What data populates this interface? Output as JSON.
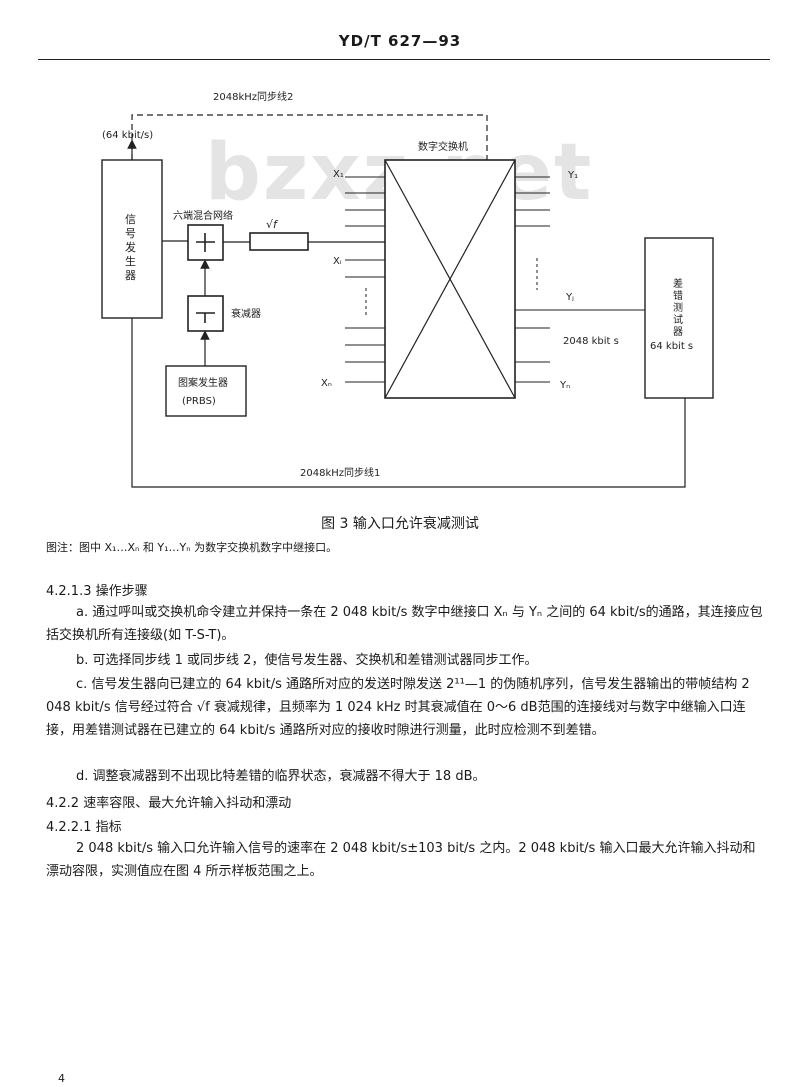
{
  "header": {
    "title": "YD/T 627—93"
  },
  "watermark": "bzxz.net",
  "diagram": {
    "sync2": "2048kHz同步线2",
    "sync1": "2048kHz同步线1",
    "rate_top": "(64 kbit/s)",
    "signal_gen": [
      "信",
      "号",
      "发",
      "生",
      "器"
    ],
    "hybrid": "六端混合网络",
    "sqrtf": "√f",
    "attenuator": "衰减器",
    "pattern_gen": "图案发生器",
    "prbs": "(PRBS)",
    "switch": "数字交换机",
    "x1": "X₁",
    "xi": "Xᵢ",
    "xn": "Xₙ",
    "y1": "Y₁",
    "yj": "Yⱼ",
    "yn": "Yₙ",
    "right_rate": "2048 kbit s",
    "tester": [
      "差",
      "错",
      "测",
      "试",
      "器"
    ],
    "tester_rate": "64 kbit s"
  },
  "caption": "图 3   输入口允许衰减测试",
  "note": "图注：图中 X₁…Xₙ 和 Y₁…Yₙ 为数字交换机数字中继接口。",
  "sections": {
    "s4213": "4.2.1.3   操作步骤",
    "a": "a.   通过呼叫或交换机命令建立并保持一条在 2 048 kbit/s 数字中继接口 Xₙ 与 Yₙ 之间的 64 kbit/s的通路，其连接应包括交换机所有连接级(如 T-S-T)。",
    "b": "b.   可选择同步线 1 或同步线 2，使信号发生器、交换机和差错测试器同步工作。",
    "c": "c.   信号发生器向已建立的 64 kbit/s 通路所对应的发送时隙发送 2¹¹—1 的伪随机序列，信号发生器输出的带帧结构 2 048 kbit/s 信号经过符合 √f 衰减规律，且频率为 1 024 kHz 时其衰减值在 0～6 dB范围的连接线对与数字中继输入口连接，用差错测试器在已建立的 64 kbit/s 通路所对应的接收时隙进行测量，此时应检测不到差错。",
    "d": "d.   调整衰减器到不出现比特差错的临界状态，衰减器不得大于 18 dB。",
    "s422": "4.2.2   速率容限、最大允许输入抖动和漂动",
    "s4221": "4.2.2.1   指标",
    "p4221": "2 048 kbit/s 输入口允许输入信号的速率在 2 048 kbit/s±103 bit/s 之内。2 048 kbit/s 输入口最大允许输入抖动和漂动容限，实测值应在图 4 所示样板范围之上。"
  },
  "page_number": "4"
}
